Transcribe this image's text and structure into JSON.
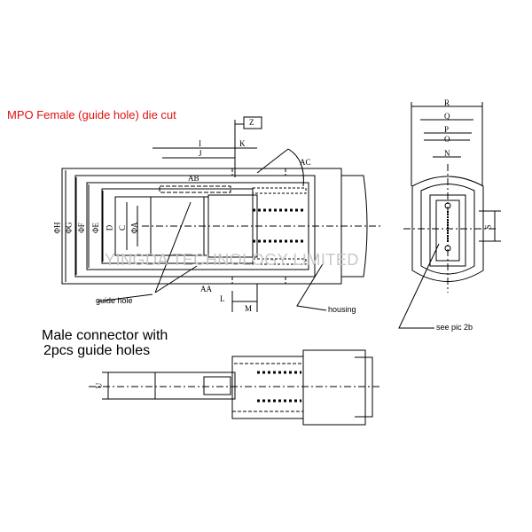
{
  "title": "MPO Female (guide hole) die cut",
  "title_color": "#e01010",
  "male_caption": [
    "Male connector with",
    "2pcs guide holes"
  ],
  "callouts": {
    "guide_hole": "guide hole",
    "housing": "housing",
    "see_pic": "see pic 2b"
  },
  "watermark": "YINGDA TECHNOLOGY LIMITED",
  "dims_side": {
    "H": "ΦH",
    "G": "ΦG",
    "F": "ΦF",
    "E": "ΦE",
    "D": "D",
    "C": "C",
    "A": "ΦA",
    "I": "I",
    "J": "J",
    "K": "K",
    "Z": "Z",
    "AC": "AC",
    "AB": "AB",
    "AA": "AA",
    "L": "L",
    "M": "M",
    "U": "U"
  },
  "dims_end": {
    "R": "R",
    "Q": "Q",
    "P": "P",
    "O": "O",
    "N": "N",
    "S": "S"
  }
}
